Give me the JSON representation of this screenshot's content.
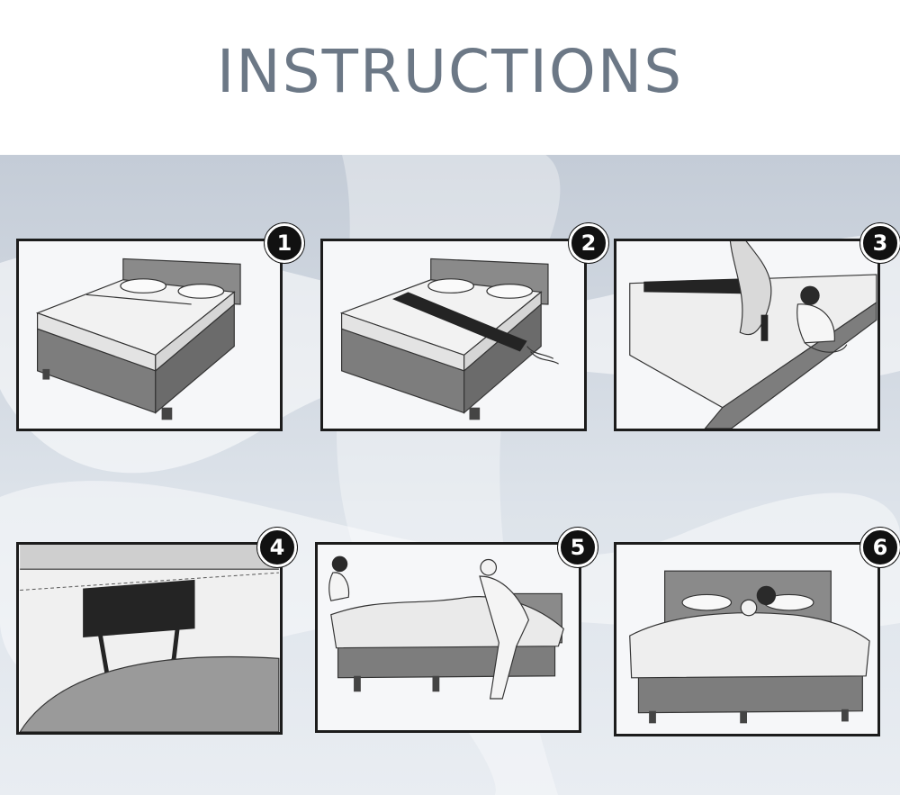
{
  "title": "INSTRUCTIONS",
  "steps": [
    {
      "number": "1"
    },
    {
      "number": "2"
    },
    {
      "number": "3"
    },
    {
      "number": "4"
    },
    {
      "number": "5"
    },
    {
      "number": "6"
    }
  ],
  "colors": {
    "title": "#6c7886",
    "frame": "#1c1c1c",
    "strap": "#242424",
    "bed_base": "#7d7d7d",
    "sheet": "#f2f2f2"
  }
}
